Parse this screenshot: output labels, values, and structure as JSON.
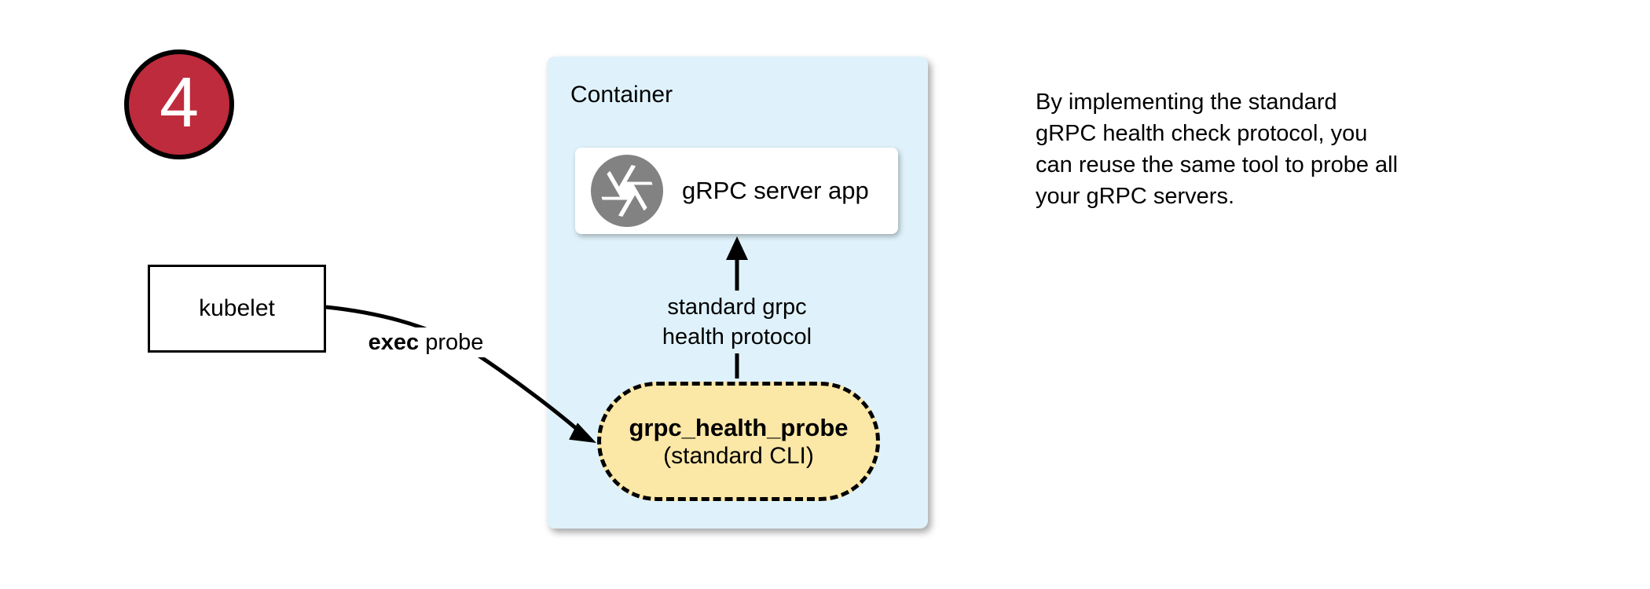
{
  "step_badge": {
    "number": "4"
  },
  "kubelet": {
    "label": "kubelet"
  },
  "exec_label": {
    "bold": "exec",
    "rest": " probe"
  },
  "container": {
    "title": "Container",
    "server_box": {
      "label": "gRPC server app",
      "icon": "grpc-aperture-icon"
    },
    "protocol_label": {
      "lines": [
        "standard grpc",
        "health protocol"
      ]
    },
    "probe_pill": {
      "title": "grpc_health_probe",
      "subtitle": "(standard CLI)"
    }
  },
  "note": {
    "lines": [
      "By implementing the standard",
      "gRPC health check protocol, you",
      "can reuse the same tool to probe all",
      "your gRPC servers."
    ]
  },
  "colors": {
    "badge_red": "#BE2B3C",
    "container_bg": "#DFF2FB",
    "pill_bg": "#FBE7A6",
    "icon_gray": "#828282",
    "ink": "#000000"
  }
}
